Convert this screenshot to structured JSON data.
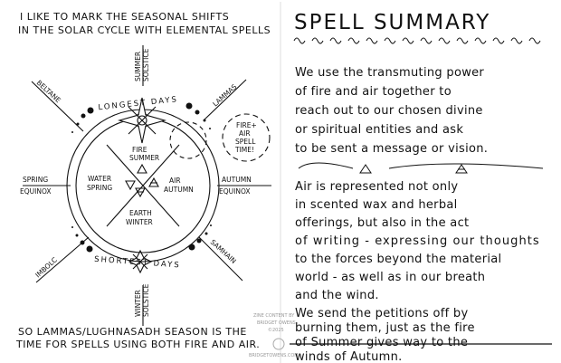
{
  "left_page": {
    "intro": [
      "I LIKE TO MARK THE SEASONAL SHIFTS",
      "IN THE SOLAR CYCLE WITH ELEMENTAL SPELLS"
    ],
    "wheel": {
      "summer_solstice": [
        "SUMMER",
        "SOLSTICE"
      ],
      "winter_solstice": [
        "WINTER",
        "SOLSTICE"
      ],
      "spring_equinox": [
        "SPRING",
        "EQUINOX"
      ],
      "autumn_equinox": [
        "AUTUMN",
        "EQUINOX"
      ],
      "beltane": "BELTANE",
      "lammas": "LAMMAS",
      "imbolc": "IMBOLC",
      "samhain": "SAMHAIN",
      "longest_days": "LONGEST DAYS",
      "shortest_days": "SHORTEST DAYS",
      "fire": [
        "FIRE",
        "SUMMER"
      ],
      "water": [
        "WATER",
        "SPRING"
      ],
      "air": [
        "AIR",
        "AUTUMN"
      ],
      "earth": [
        "EARTH",
        "WINTER"
      ],
      "callout": [
        "FIRE+",
        "AIR",
        "SPELL",
        "TIME!"
      ]
    },
    "conclusion": [
      "SO LAMMAS/LUGHNASADH SEASON IS THE",
      "TIME FOR SPELLS USING BOTH FIRE AND AIR."
    ]
  },
  "credit": [
    "ZINE CONTENT BY",
    "BRIDGET OWENS",
    "©2025",
    "BRIDGETOWENS.COM"
  ],
  "right_page": {
    "title": "SPELL SUMMARY",
    "para1": [
      "We use the transmuting power",
      "of fire and air together to",
      "reach out to our chosen divine",
      "or spiritual entities and ask",
      "to be sent a message or vision."
    ],
    "para2": [
      "Air is represented not only",
      "in scented wax and herbal",
      "offerings, but also in the act",
      "of writing - expressing our thoughts",
      "to the forces beyond the material",
      "world - as well as in our breath",
      "and the wind."
    ],
    "para3": [
      "We send the petitions off by",
      "burning them, just as the fire",
      "of Summer gives way to the",
      "winds of Autumn."
    ]
  }
}
